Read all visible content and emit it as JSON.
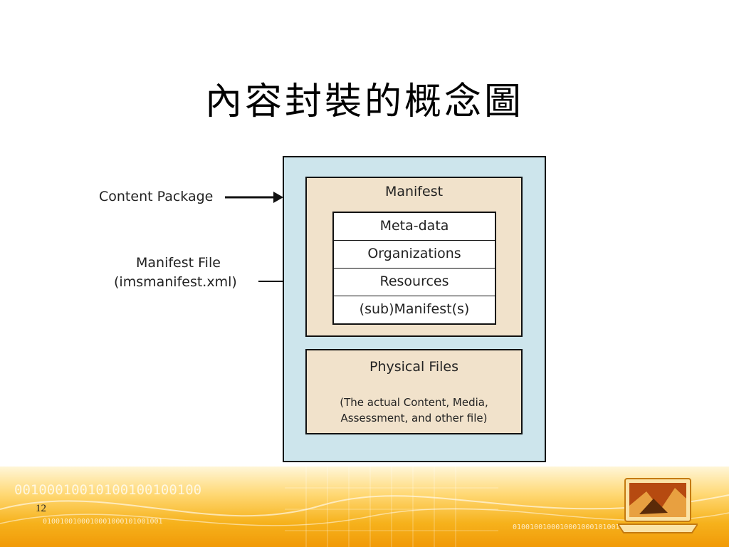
{
  "slide": {
    "title": "內容封裝的概念圖",
    "page_number": "12"
  },
  "diagram": {
    "labels": {
      "content_package": "Content Package",
      "manifest_file_line1": "Manifest File",
      "manifest_file_line2": "(imsmanifest.xml)"
    },
    "manifest": {
      "title": "Manifest",
      "rows": [
        "Meta-data",
        "Organizations",
        "Resources",
        "(sub)Manifest(s)"
      ]
    },
    "physical_files": {
      "title": "Physical Files",
      "desc_line1": "(The actual Content, Media,",
      "desc_line2": "Assessment, and other file)"
    },
    "colors": {
      "outer_fill": "#cde5ec",
      "inner_fill": "#f1e2cb",
      "border": "#111111"
    }
  },
  "footer": {
    "binary_large": "00100010010100100100100",
    "binary_small": "0100100100010001000101001001"
  }
}
